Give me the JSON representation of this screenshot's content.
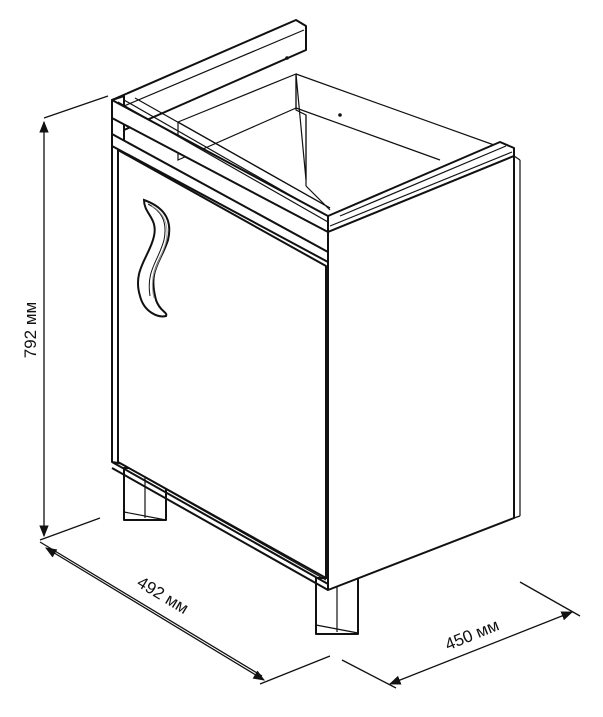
{
  "dimensions": {
    "height_label": "792 мм",
    "width_label": "492 мм",
    "depth_label": "450 мм"
  },
  "colors": {
    "line": "#111111",
    "panel": "#ffffff",
    "shade": "#e6e6e6"
  },
  "icons": {
    "handle": "wave-handle-icon"
  }
}
